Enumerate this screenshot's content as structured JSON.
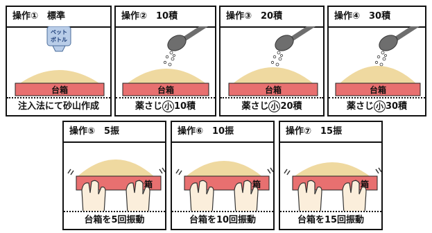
{
  "top_panels": [
    {
      "title": "操作①　標準",
      "footer": "注入法にて砂山作成",
      "box_label": "台箱",
      "bottle_label_1": "ペット",
      "bottle_label_2": "ボトル"
    },
    {
      "title": "操作②　10積",
      "footer_pre": "薬さじ",
      "footer_circle": "小",
      "footer_post": "10積",
      "box_label": "台箱"
    },
    {
      "title": "操作③　20積",
      "footer_pre": "薬さじ",
      "footer_circle": "小",
      "footer_post": "20積",
      "box_label": "台箱"
    },
    {
      "title": "操作④　30積",
      "footer_pre": "薬さじ",
      "footer_circle": "小",
      "footer_post": "30積",
      "box_label": "台箱"
    }
  ],
  "bottom_panels": [
    {
      "title": "操作⑤　5振",
      "footer": "台箱を5回振動",
      "box_label": "台箱"
    },
    {
      "title": "操作⑥　10振",
      "footer": "台箱を10回振動",
      "box_label": "台箱"
    },
    {
      "title": "操作⑦　15振",
      "footer": "台箱を15回振動",
      "box_label": "台箱"
    }
  ],
  "colors": {
    "sand": "#efd9a0",
    "box": "#e87070",
    "bottle": "#b9cde8",
    "spoon": "#6e6e6e"
  }
}
